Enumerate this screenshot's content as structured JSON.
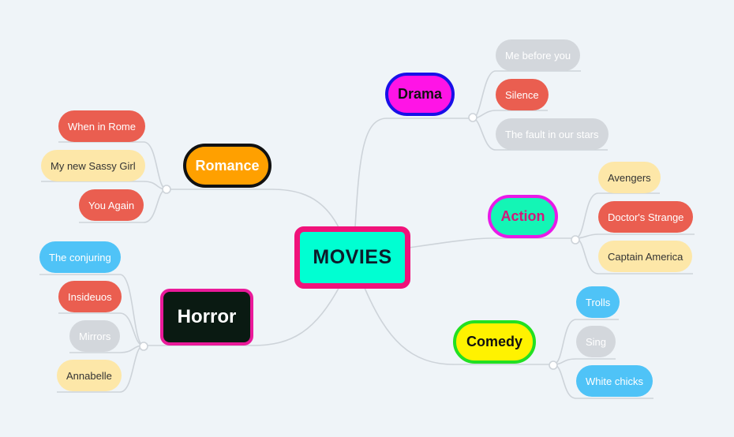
{
  "canvas": {
    "background": "#eff4f8",
    "line_color": "#cdd3d9"
  },
  "central": {
    "label": "MOVIES",
    "fill": "#00ffd2",
    "border": "#f0127a",
    "text": "#0d1b2a"
  },
  "branches": [
    {
      "id": "drama",
      "label": "Drama",
      "fill": "#ff14e6",
      "border": "#1810e8",
      "text": "#111111",
      "children": [
        {
          "label": "Me before you",
          "fill": "#d3d7dc",
          "text": "#ffffff"
        },
        {
          "label": "Silence",
          "fill": "#ea5e50",
          "text": "#ffffff"
        },
        {
          "label": "The fault in our stars",
          "fill": "#d3d7dc",
          "text": "#ffffff"
        }
      ]
    },
    {
      "id": "action",
      "label": "Action",
      "fill": "#14f5b5",
      "border": "#e81ae8",
      "text": "#d4177a",
      "children": [
        {
          "label": "Avengers",
          "fill": "#fde7a8",
          "text": "#333333"
        },
        {
          "label": "Doctor's Strange",
          "fill": "#ea5e50",
          "text": "#ffffff"
        },
        {
          "label": "Captain America",
          "fill": "#fde7a8",
          "text": "#333333"
        }
      ]
    },
    {
      "id": "comedy",
      "label": "Comedy",
      "fill": "#fff200",
      "border": "#22e022",
      "text": "#111111",
      "children": [
        {
          "label": "Trolls",
          "fill": "#4fc3f7",
          "text": "#ffffff"
        },
        {
          "label": "Sing",
          "fill": "#d3d7dc",
          "text": "#ffffff"
        },
        {
          "label": "White chicks",
          "fill": "#4fc3f7",
          "text": "#ffffff"
        }
      ]
    },
    {
      "id": "romance",
      "label": "Romance",
      "fill": "#ffa000",
      "border": "#111111",
      "text": "#ffffff",
      "children": [
        {
          "label": "When in Rome",
          "fill": "#ea5e50",
          "text": "#ffffff"
        },
        {
          "label": "My new Sassy Girl",
          "fill": "#fde7a8",
          "text": "#333333"
        },
        {
          "label": "You Again",
          "fill": "#ea5e50",
          "text": "#ffffff"
        }
      ]
    },
    {
      "id": "horror",
      "label": "Horror",
      "fill": "#0a1a12",
      "border": "#ea1a9a",
      "text": "#ffffff",
      "children": [
        {
          "label": "The conjuring",
          "fill": "#4fc3f7",
          "text": "#ffffff"
        },
        {
          "label": "Insideuos",
          "fill": "#ea5e50",
          "text": "#ffffff"
        },
        {
          "label": "Mirrors",
          "fill": "#d3d7dc",
          "text": "#ffffff"
        },
        {
          "label": "Annabelle",
          "fill": "#fde7a8",
          "text": "#333333"
        }
      ]
    }
  ]
}
